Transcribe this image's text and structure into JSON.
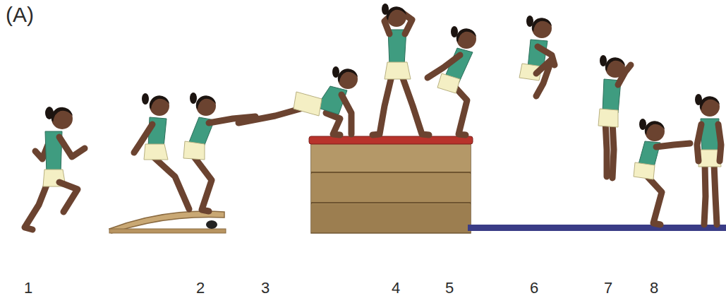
{
  "diagram": {
    "labels": [
      "(A)",
      "1",
      "2",
      "3",
      "4",
      "5",
      "6",
      "7",
      "8"
    ]
  }
}
